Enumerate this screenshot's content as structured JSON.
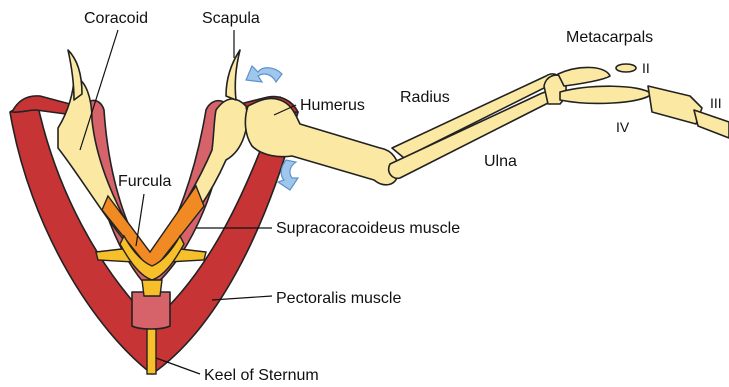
{
  "labels": {
    "coracoid": "Coracoid",
    "scapula": "Scapula",
    "metacarpals": "Metacarpals",
    "humerus": "Humerus",
    "radius": "Radius",
    "ulna": "Ulna",
    "furcula": "Furcula",
    "supracoracoideus": "Supracoracoideus muscle",
    "pectoralis": "Pectoralis muscle",
    "keel": "Keel of Sternum",
    "digit_ii": "II",
    "digit_iii": "III",
    "digit_iv": "IV"
  },
  "colors": {
    "bone": "#fbe9a3",
    "pectoralis": "#c63435",
    "supracoracoideus": "#d6636a",
    "furcula_orange": "#f28a24",
    "furcula_yellow": "#f7bf2a",
    "arrow": "#9fc7ee"
  },
  "icons": {
    "upstroke": "curved-arrow-up-icon",
    "downstroke": "curved-arrow-down-icon"
  }
}
